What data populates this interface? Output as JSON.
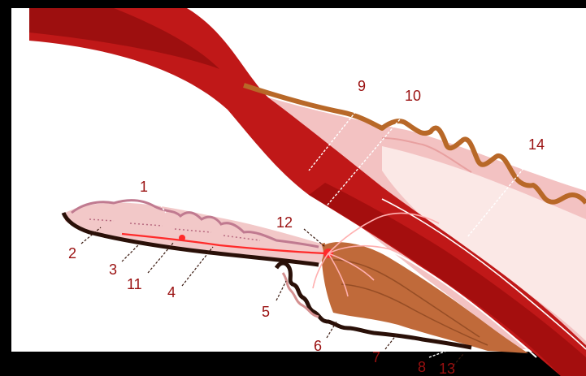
{
  "figure": {
    "labels": {
      "l1": "1",
      "l2": "2",
      "l3": "3",
      "l4": "4",
      "l5": "5",
      "l6": "6",
      "l7": "7",
      "l8": "8",
      "l9": "9",
      "l10": "10",
      "l11": "11",
      "l12": "12",
      "l13": "13",
      "l14": "14"
    },
    "colors": {
      "background": "#000000",
      "canvas": "#ffffff",
      "sclera": "#c01818",
      "sclera_dark": "#8e0c0c",
      "cornea_stroma": "#f0b0b0",
      "epithelium": "#b86828",
      "ciliary_muscle": "#c06a3a",
      "pigment": "#2a1008",
      "vessel": "#ff2a2a",
      "label": "#9a1010"
    }
  }
}
